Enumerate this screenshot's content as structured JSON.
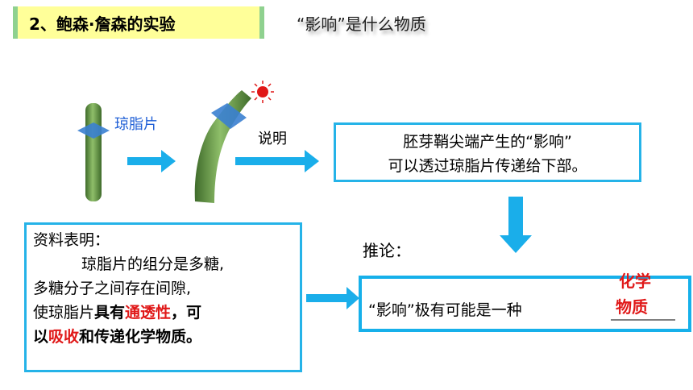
{
  "title": "2、鲍森·詹森的实验",
  "subtitle": "“影响”是什么物质",
  "agar_label": "琼脂片",
  "explain_label": "说明",
  "conclusion_box": {
    "line1": "胚芽鞘尖端产生的“影响”",
    "line2": "可以透过琼脂片传递给下部。"
  },
  "inference_label": "推论：",
  "material_box": {
    "heading": "资料表明：",
    "line1": "琼脂片的组分是多糖,",
    "line2": "多糖分子之间存在间隙,",
    "line3_prefix": "使琼脂片",
    "line3_bold": "具有",
    "line3_red": "通透性",
    "line3_suffix": "，可",
    "line4_prefix": "以",
    "line4_red": "吸收",
    "line4_suffix": "和传递化学物质。"
  },
  "inference_box": {
    "text": "“影响”极有可能是一种",
    "answer_line1": "化学",
    "answer_line2": "物质"
  },
  "colors": {
    "arrow": "#1aaeea",
    "stem": "#5a8a3a",
    "agar": "#3a7fd0",
    "sun": "#e01818",
    "highlight": "#e01818"
  }
}
